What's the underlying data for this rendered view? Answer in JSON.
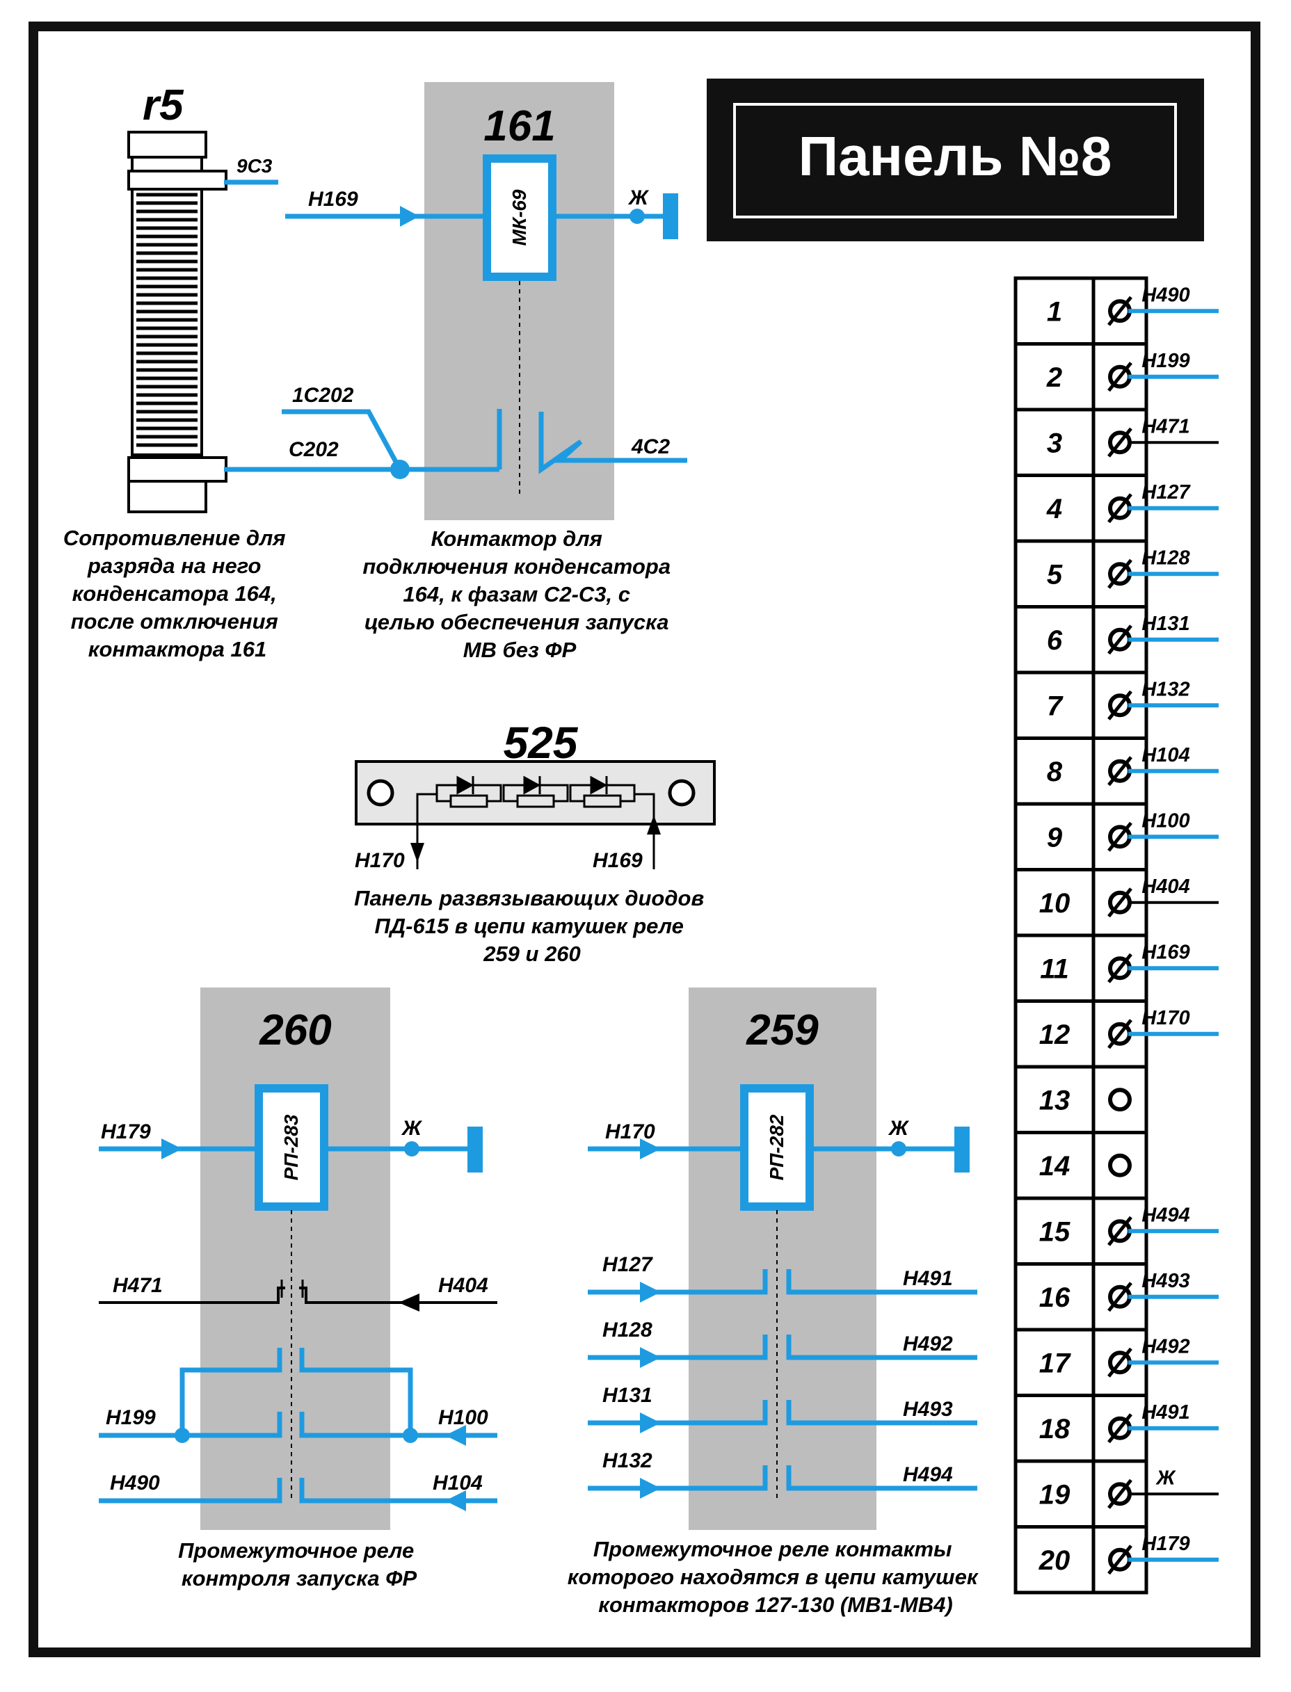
{
  "title": "Панель №8",
  "resistor": {
    "label": "r5",
    "top_wire": "9С3",
    "caption": [
      "Сопротивление для",
      "разряда на него",
      "конденсатора 164,",
      "после отключения",
      "контактора 161"
    ]
  },
  "contactor_161": {
    "number": "161",
    "coil": "МК-69",
    "in_wire": "Н169",
    "ground": "Ж",
    "wire_1c202": "1С202",
    "wire_c202": "С202",
    "wire_4c2": "4С2",
    "caption": [
      "Контактор для",
      "подключения конденсатора",
      "164, к фазам С2-С3, с",
      "целью обеспечения запуска",
      "МВ без ФР"
    ]
  },
  "diode_panel_525": {
    "number": "525",
    "left_wire": "Н170",
    "right_wire": "Н169",
    "caption": [
      "Панель развязывающих диодов",
      "ПД-615 в цепи катушек реле",
      "259 и 260"
    ]
  },
  "relay_260": {
    "number": "260",
    "coil": "РП-283",
    "in_wire": "Н179",
    "ground": "Ж",
    "contacts": [
      {
        "left": "Н471",
        "right": "Н404"
      },
      {
        "left": "Н199",
        "right": "Н100"
      },
      {
        "left": "Н490",
        "right": "Н104"
      }
    ],
    "caption": [
      "Промежуточное реле",
      "контроля запуска ФР"
    ]
  },
  "relay_259": {
    "number": "259",
    "coil": "РП-282",
    "in_wire": "Н170",
    "ground": "Ж",
    "contacts": [
      {
        "left": "Н127",
        "right": "Н491"
      },
      {
        "left": "Н128",
        "right": "Н492"
      },
      {
        "left": "Н131",
        "right": "Н493"
      },
      {
        "left": "Н132",
        "right": "Н494"
      }
    ],
    "caption": [
      "Промежуточное реле контакты",
      "которого находятся в цепи катушек",
      "контакторов 127-130 (МВ1-МВ4)"
    ]
  },
  "terminals": [
    {
      "n": "1",
      "wire": "Н490",
      "color": "blue"
    },
    {
      "n": "2",
      "wire": "Н199",
      "color": "blue"
    },
    {
      "n": "3",
      "wire": "Н471",
      "color": "black"
    },
    {
      "n": "4",
      "wire": "Н127",
      "color": "blue"
    },
    {
      "n": "5",
      "wire": "Н128",
      "color": "blue"
    },
    {
      "n": "6",
      "wire": "Н131",
      "color": "blue"
    },
    {
      "n": "7",
      "wire": "Н132",
      "color": "blue"
    },
    {
      "n": "8",
      "wire": "Н104",
      "color": "blue"
    },
    {
      "n": "9",
      "wire": "Н100",
      "color": "blue"
    },
    {
      "n": "10",
      "wire": "Н404",
      "color": "black"
    },
    {
      "n": "11",
      "wire": "Н169",
      "color": "blue"
    },
    {
      "n": "12",
      "wire": "Н170",
      "color": "blue"
    },
    {
      "n": "13",
      "wire": "",
      "color": "none"
    },
    {
      "n": "14",
      "wire": "",
      "color": "none"
    },
    {
      "n": "15",
      "wire": "Н494",
      "color": "blue"
    },
    {
      "n": "16",
      "wire": "Н493",
      "color": "blue"
    },
    {
      "n": "17",
      "wire": "Н492",
      "color": "blue"
    },
    {
      "n": "18",
      "wire": "Н491",
      "color": "blue"
    },
    {
      "n": "19",
      "wire": "Ж",
      "color": "black"
    },
    {
      "n": "20",
      "wire": "Н179",
      "color": "blue"
    }
  ],
  "colors": {
    "wire": "#1e9be0",
    "block": "#bdbdbd",
    "frame": "#111111"
  }
}
